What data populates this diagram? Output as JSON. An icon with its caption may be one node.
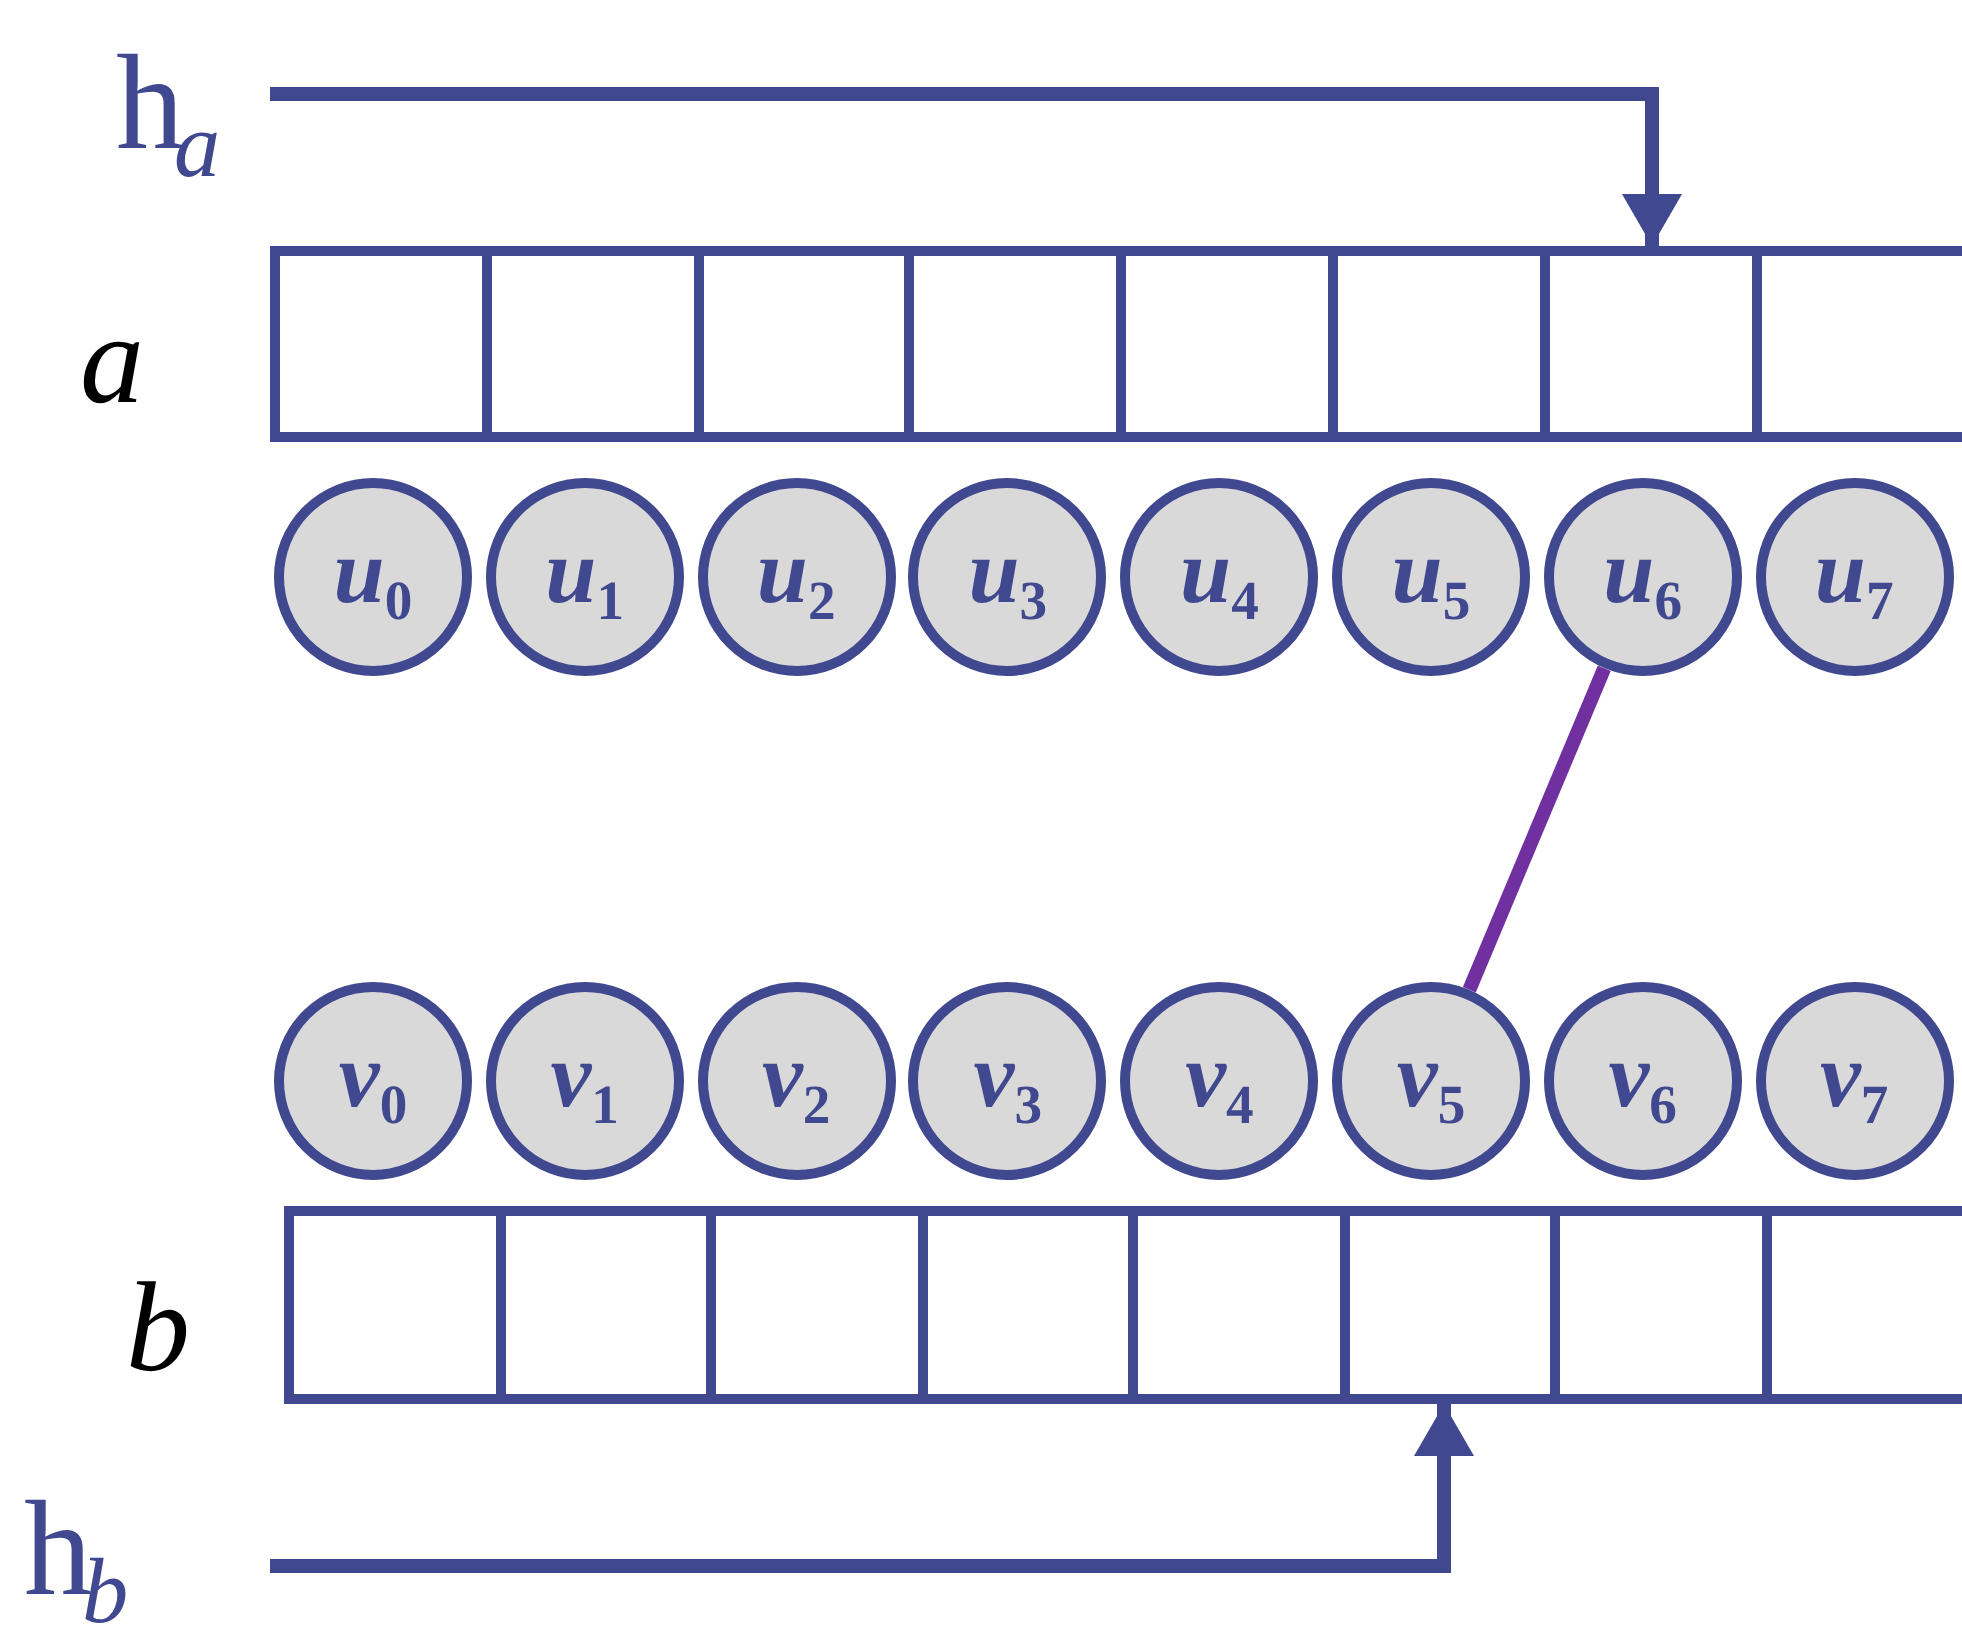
{
  "diagram": {
    "nodes": [
      {
        "text": [
          "h$_{a}$"
        ]
      },
      {
        "text": [],
        "shape": "box"
      },
      {
        "text": [],
        "shape": "box"
      },
      {
        "text": [],
        "shape": "box"
      },
      {
        "text": [],
        "shape": "box"
      },
      {
        "text": [],
        "shape": "box"
      },
      {
        "text": [],
        "shape": "box"
      },
      {
        "text": [],
        "shape": "box"
      },
      {
        "text": [],
        "shape": "box"
      },
      {
        "text": [
          "*u*$_{0}$"
        ]
      },
      {
        "text": [
          "*u*$_{1}$"
        ]
      },
      {
        "text": [
          "*u*$_{2}$"
        ]
      },
      {
        "text": [
          "*u*$_{3}$"
        ]
      },
      {
        "text": [
          "*u*$_{4}$"
        ]
      },
      {
        "text": [
          "*u*$_{5}$"
        ]
      },
      {
        "text": [
          "*u*$_{6}$"
        ]
      },
      {
        "text": [
          "*u*$_{7}$"
        ]
      },
      {
        "text": [
          "*v*$_{0}$"
        ]
      },
      {
        "text": [
          "*v*$_{1}$"
        ]
      },
      {
        "text": [
          "*v*$_{2}$"
        ]
      },
      {
        "text": [
          "*v*$_{3}$"
        ]
      },
      {
        "text": [
          "*v*$_{4}$"
        ]
      },
      {
        "text": [
          "*v*$_{5}$"
        ]
      },
      {
        "text": [
          "*v*$_{6}$"
        ]
      },
      {
        "text": [
          "*v*$_{7}$"
        ]
      },
      {
        "text": [],
        "shape": "box"
      },
      {
        "text": [],
        "shape": "box"
      },
      {
        "text": [],
        "shape": "box"
      },
      {
        "text": [],
        "shape": "box"
      },
      {
        "text": [],
        "shape": "box"
      },
      {
        "text": [],
        "shape": "box"
      },
      {
        "text": [],
        "shape": "box"
      },
      {
        "text": [],
        "shape": "box"
      },
      {
        "text": [
          "h$_{b}$"
        ]
      }
    ],
    "edges": [
      {
        "from": 0,
        "to": 7,
        "arrow": "to"
      },
      {
        "from": 15,
        "to": 22,
        "arrow": "none",
        "color": "#7030a0"
      },
      {
        "from": 33,
        "to": 30,
        "arrow": "to"
      }
    ],
    "labels": [
      "a",
      "b"
    ]
  }
}
